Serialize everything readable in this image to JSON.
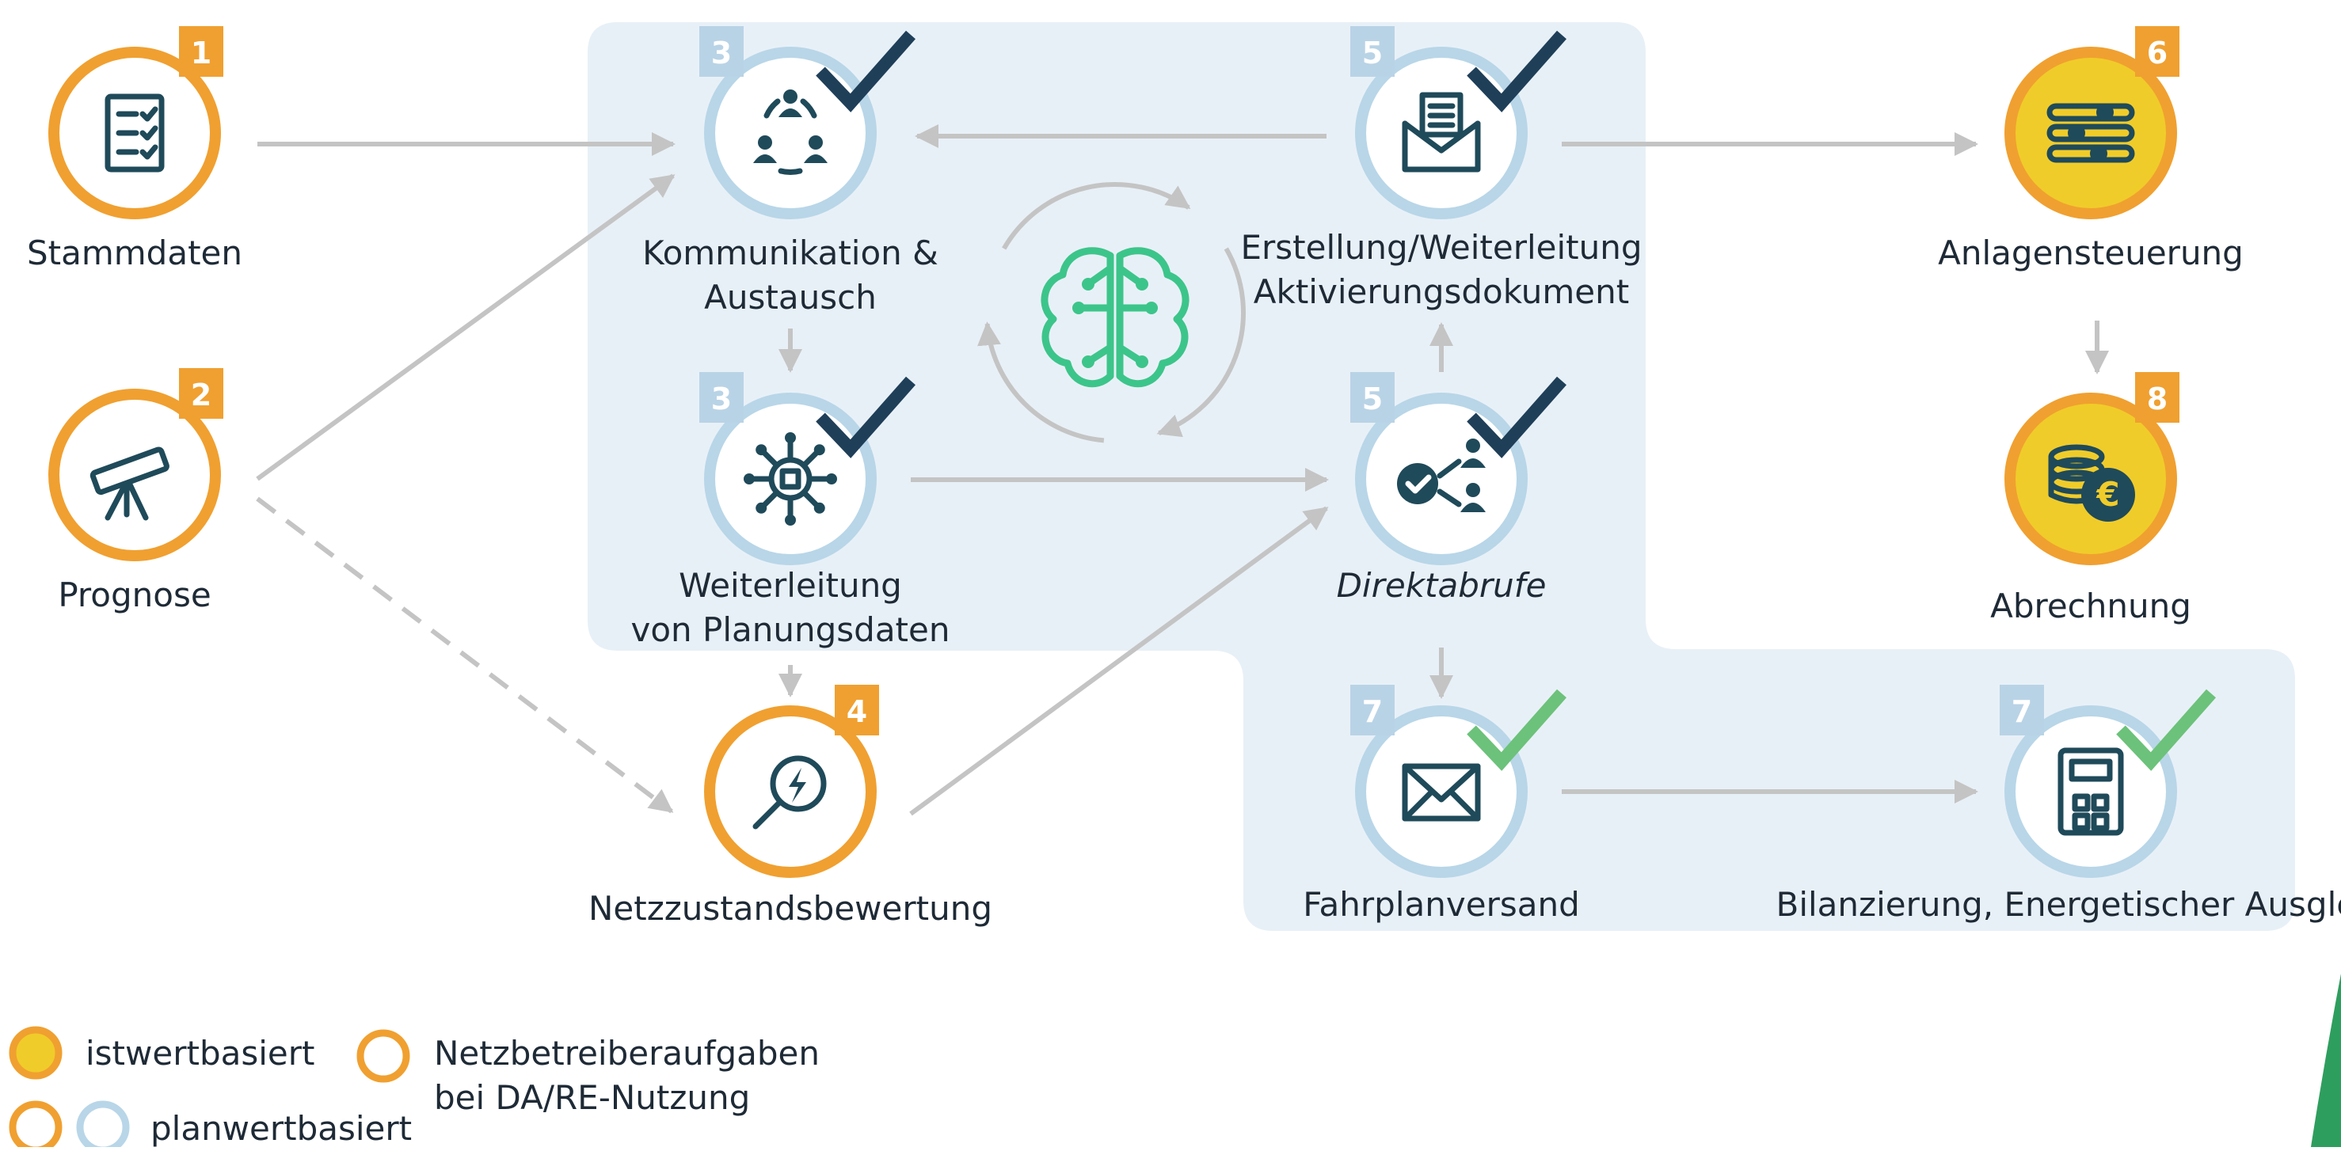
{
  "colors": {
    "orange": "#f0a030",
    "yellow": "#f0cc2a",
    "light_blue": "#b8d6e8",
    "panel_blue": "#e8f0f7",
    "badge_blue": "#b9d3e6",
    "dark_navy": "#1f3f59",
    "teal_icon": "#1f4a5a",
    "brain_green": "#3cc58a",
    "check_green": "#6cc27a",
    "arrow_gray": "#c4c4c4",
    "text": "#1e2a36"
  },
  "nodes": [
    {
      "key": "stammdaten",
      "badge": "1",
      "ring": "orange",
      "fill": "white",
      "icon": "checklist-icon",
      "label_lines": [
        "Stammdaten"
      ]
    },
    {
      "key": "prognose",
      "badge": "2",
      "ring": "orange",
      "fill": "white",
      "icon": "telescope-icon",
      "label_lines": [
        "Prognose"
      ]
    },
    {
      "key": "kommunikation",
      "badge": "3",
      "ring": "blue",
      "fill": "white",
      "icon": "people-exchange-icon",
      "check": "navy",
      "label_lines": [
        "Kommunikation &",
        "Austausch"
      ]
    },
    {
      "key": "weiterleitung",
      "badge": "3",
      "ring": "blue",
      "fill": "white",
      "icon": "network-chip-icon",
      "check": "navy",
      "label_lines": [
        "Weiterleitung",
        "von Planungsdaten"
      ]
    },
    {
      "key": "netzzustand",
      "badge": "4",
      "ring": "orange",
      "fill": "white",
      "icon": "magnifier-bolt-icon",
      "label_lines": [
        "Netzzustandsbewertung"
      ]
    },
    {
      "key": "erstellung",
      "badge": "5",
      "ring": "blue",
      "fill": "white",
      "icon": "envelope-document-icon",
      "check": "navy",
      "label_lines": [
        "Erstellung/Weiterleitung",
        "Aktivierungsdokument"
      ]
    },
    {
      "key": "direktabrufe",
      "badge": "5",
      "ring": "blue",
      "fill": "white",
      "icon": "dispatch-people-icon",
      "check": "navy",
      "label_lines": [
        "Direktabrufe"
      ]
    },
    {
      "key": "anlagensteuerung",
      "badge": "6",
      "ring": "orange",
      "fill": "yellow",
      "icon": "sliders-icon",
      "label_lines": [
        "Anlagensteuerung"
      ]
    },
    {
      "key": "abrechnung",
      "badge": "8",
      "ring": "orange",
      "fill": "yellow",
      "icon": "coins-euro-icon",
      "label_lines": [
        "Abrechnung"
      ]
    },
    {
      "key": "fahrplan",
      "badge": "7",
      "ring": "blue",
      "fill": "white",
      "icon": "envelope-icon",
      "check": "green",
      "label_lines": [
        "Fahrplanversand"
      ]
    },
    {
      "key": "bilanzierung",
      "badge": "7",
      "ring": "blue",
      "fill": "white",
      "icon": "calculator-icon",
      "check": "green",
      "label_lines": [
        "Bilanzierung, Energetischer Ausgleich"
      ]
    }
  ],
  "edges": [
    {
      "from": "stammdaten",
      "to": "kommunikation",
      "style": "solid"
    },
    {
      "from": "prognose",
      "to": "kommunikation",
      "style": "solid"
    },
    {
      "from": "prognose",
      "to": "netzzustand",
      "style": "dashed"
    },
    {
      "from": "kommunikation",
      "to": "weiterleitung",
      "style": "solid"
    },
    {
      "from": "weiterleitung",
      "to": "netzzustand",
      "style": "solid"
    },
    {
      "from": "weiterleitung",
      "to": "direktabrufe",
      "style": "solid"
    },
    {
      "from": "netzzustand",
      "to": "direktabrufe",
      "style": "solid"
    },
    {
      "from": "erstellung",
      "to": "kommunikation",
      "style": "solid"
    },
    {
      "from": "direktabrufe",
      "to": "erstellung",
      "style": "solid"
    },
    {
      "from": "erstellung",
      "to": "anlagensteuerung",
      "style": "solid"
    },
    {
      "from": "anlagensteuerung",
      "to": "abrechnung",
      "style": "solid"
    },
    {
      "from": "direktabrufe",
      "to": "fahrplan",
      "style": "solid"
    },
    {
      "from": "fahrplan",
      "to": "bilanzierung",
      "style": "solid"
    }
  ],
  "center_icon": "brain-cycle-icon",
  "legend": {
    "istwert": "istwertbasiert",
    "netzbetreiber_line1": "Netzbetreiberaufgaben",
    "netzbetreiber_line2": "bei DA/RE-Nutzung",
    "planwert": "planwertbasiert"
  }
}
